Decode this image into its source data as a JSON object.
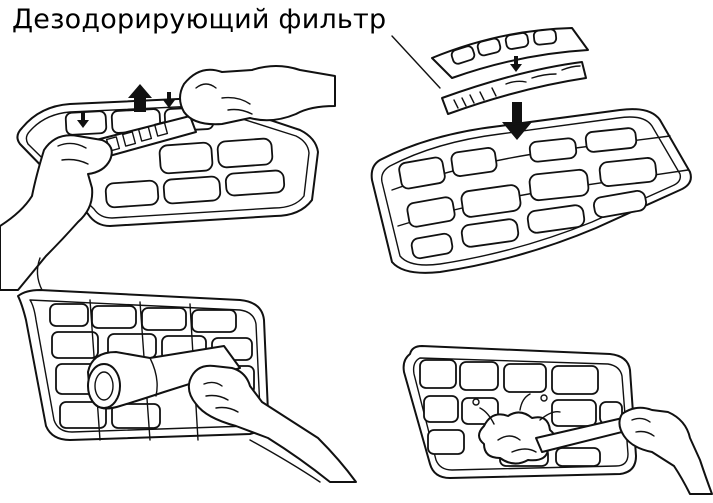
{
  "caption": {
    "title": "Дезодорирующий фильтр"
  },
  "illustrations": [
    {
      "id": "remove-deodorizing-filter",
      "icon": "hands-removing-filter"
    },
    {
      "id": "insert-deodorizing-filter",
      "icon": "filter-insertion"
    },
    {
      "id": "vacuum-clean-filter",
      "icon": "vacuum-nozzle"
    },
    {
      "id": "wash-filter",
      "icon": "brush-washing"
    }
  ]
}
